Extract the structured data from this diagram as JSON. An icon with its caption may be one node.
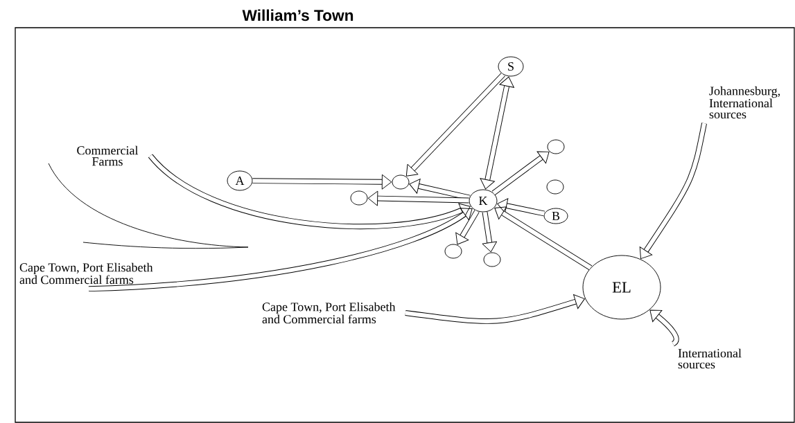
{
  "diagram": {
    "title": "William’s Town",
    "nodes": [
      {
        "text": [
          "S"
        ]
      },
      {
        "text": [
          "Johannesburg, International sources"
        ]
      },
      {
        "text": [],
        "shape": "circle"
      },
      {
        "text": [
          "Commercial Farms"
        ]
      },
      {
        "text": [
          "A"
        ]
      },
      {
        "text": [],
        "shape": "circle"
      },
      {
        "text": [],
        "shape": "circle"
      },
      {
        "text": [],
        "shape": "circle"
      },
      {
        "text": [
          "K"
        ]
      },
      {
        "text": [
          "B"
        ]
      },
      {
        "text": [],
        "shape": "circle"
      },
      {
        "text": [],
        "shape": "circle"
      },
      {
        "text": [
          "Cape Town, Port Elisabeth and Commercial farms"
        ]
      },
      {
        "text": [
          "EL"
        ]
      },
      {
        "text": [
          "Cape Town, Port Elisabeth and Commercial farms"
        ]
      },
      {
        "text": [
          "International sources"
        ]
      }
    ],
    "edges": [
      {
        "from": 4,
        "to": 5,
        "arrow": "to"
      },
      {
        "from": 0,
        "to": 5,
        "arrow": "to"
      },
      {
        "from": 0,
        "to": 8,
        "arrow": "both"
      },
      {
        "from": 8,
        "to": 5,
        "arrow": "to"
      },
      {
        "from": 8,
        "to": 2,
        "arrow": "to"
      },
      {
        "from": 8,
        "to": 7,
        "arrow": "to"
      },
      {
        "from": 9,
        "to": 8,
        "arrow": "to"
      },
      {
        "from": 8,
        "to": 10,
        "arrow": "to"
      },
      {
        "from": 8,
        "to": 11,
        "arrow": "to"
      },
      {
        "from": 13,
        "to": 8,
        "arrow": "to"
      },
      {
        "from": 3,
        "to": 8,
        "arrow": "to"
      },
      {
        "from": 12,
        "to": 8,
        "arrow": "to"
      },
      {
        "from": 1,
        "to": 13,
        "arrow": "to"
      },
      {
        "from": 14,
        "to": 13,
        "arrow": "to"
      },
      {
        "from": 15,
        "to": 13,
        "arrow": "to"
      }
    ]
  }
}
